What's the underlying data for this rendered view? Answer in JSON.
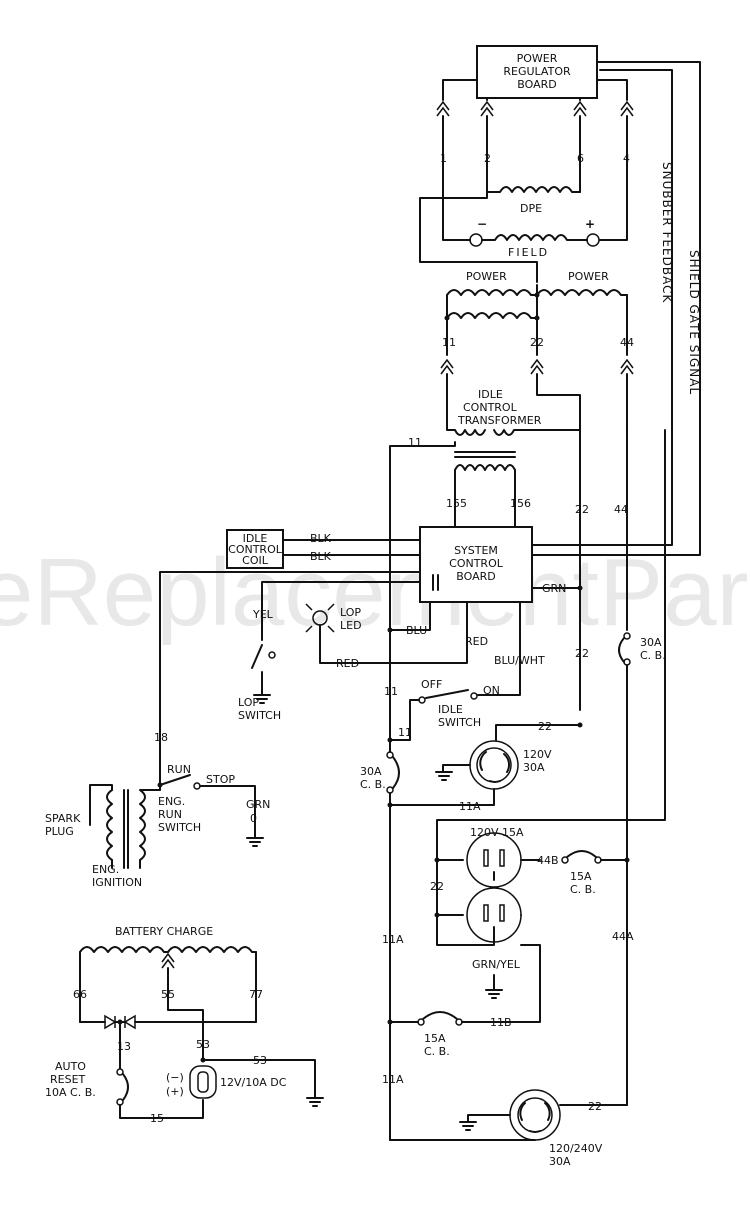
{
  "watermark": "eReplacementParts.com",
  "components": {
    "power_regulator_board": [
      "POWER",
      "REGULATOR",
      "BOARD"
    ],
    "dpe": "DPE",
    "field": "FIELD",
    "field_neg": "−",
    "field_pos": "+",
    "power_left": "POWER",
    "power_right": "POWER",
    "idle_control_transformer": [
      "IDLE",
      "CONTROL",
      "TRANSFORMER"
    ],
    "system_control_board": [
      "SYSTEM",
      "CONTROL",
      "BOARD"
    ],
    "idle_control_coil": [
      "IDLE",
      "CONTROL",
      "COIL"
    ],
    "lop_led": [
      "LOP",
      "LED"
    ],
    "lop_switch": [
      "LOP",
      "SWITCH"
    ],
    "idle_switch": [
      "IDLE",
      "SWITCH"
    ],
    "idle_off": "OFF",
    "idle_on": "ON",
    "eng_run_switch": [
      "ENG.",
      "RUN",
      "SWITCH"
    ],
    "run": "RUN",
    "stop": "STOP",
    "spark_plug": [
      "SPARK",
      "PLUG"
    ],
    "eng_ignition": [
      "ENG.",
      "IGNITION"
    ],
    "battery_charge": "BATTERY CHARGE",
    "auto_reset": [
      "AUTO",
      "RESET",
      "10A C. B."
    ],
    "dc_outlet": "12V/10A DC",
    "dc_minus": "(−)",
    "dc_plus": "(+)",
    "twist_lock_top": [
      "120V",
      "30A"
    ],
    "twist_lock_bottom": [
      "120/240V",
      "30A"
    ],
    "duplex": "120V 15A",
    "grn_yel": "GRN/YEL",
    "cb_30a_right": [
      "30A",
      "C. B."
    ],
    "cb_30a_left": [
      "30A",
      "C. B."
    ],
    "cb_15a_upper": [
      "15A",
      "C. B."
    ],
    "cb_15a_lower": [
      "15A",
      "C. B."
    ]
  },
  "vertical_labels": {
    "snubber_feedback": "SNUBBER FEEDBACK",
    "shield_gate_signal": "SHIELD GATE SIGNAL"
  },
  "wire_labels": {
    "w1": "1",
    "w2": "2",
    "w6": "6",
    "w4": "4",
    "w11_top": "11",
    "w22_top": "22",
    "w44_top": "44",
    "w11_xfmr": "11",
    "w155": "155",
    "w156": "156",
    "w22_mid": "22",
    "w44_mid": "44",
    "w22_lower": "22",
    "blk1": "BLK",
    "blk2": "BLK",
    "grn_board": "GRN",
    "yel": "YEL",
    "blu": "BLU",
    "red_board": "RED",
    "red_led": "RED",
    "blu_wht": "BLU/WHT",
    "w11_a": "11",
    "w11_b": "11",
    "w22_recept": "22",
    "w11a_a": "11A",
    "w18": "18",
    "grn_gnd": "GRN",
    "w22_duplex": "22",
    "w44b": "44B",
    "w44a": "44A",
    "w11a_b": "11A",
    "w11b": "11B",
    "w11a_c": "11A",
    "w22_bottom": "22",
    "w66": "66",
    "w55": "55",
    "w77": "77",
    "w13": "13",
    "w53a": "53",
    "w53b": "53",
    "w15": "15"
  }
}
